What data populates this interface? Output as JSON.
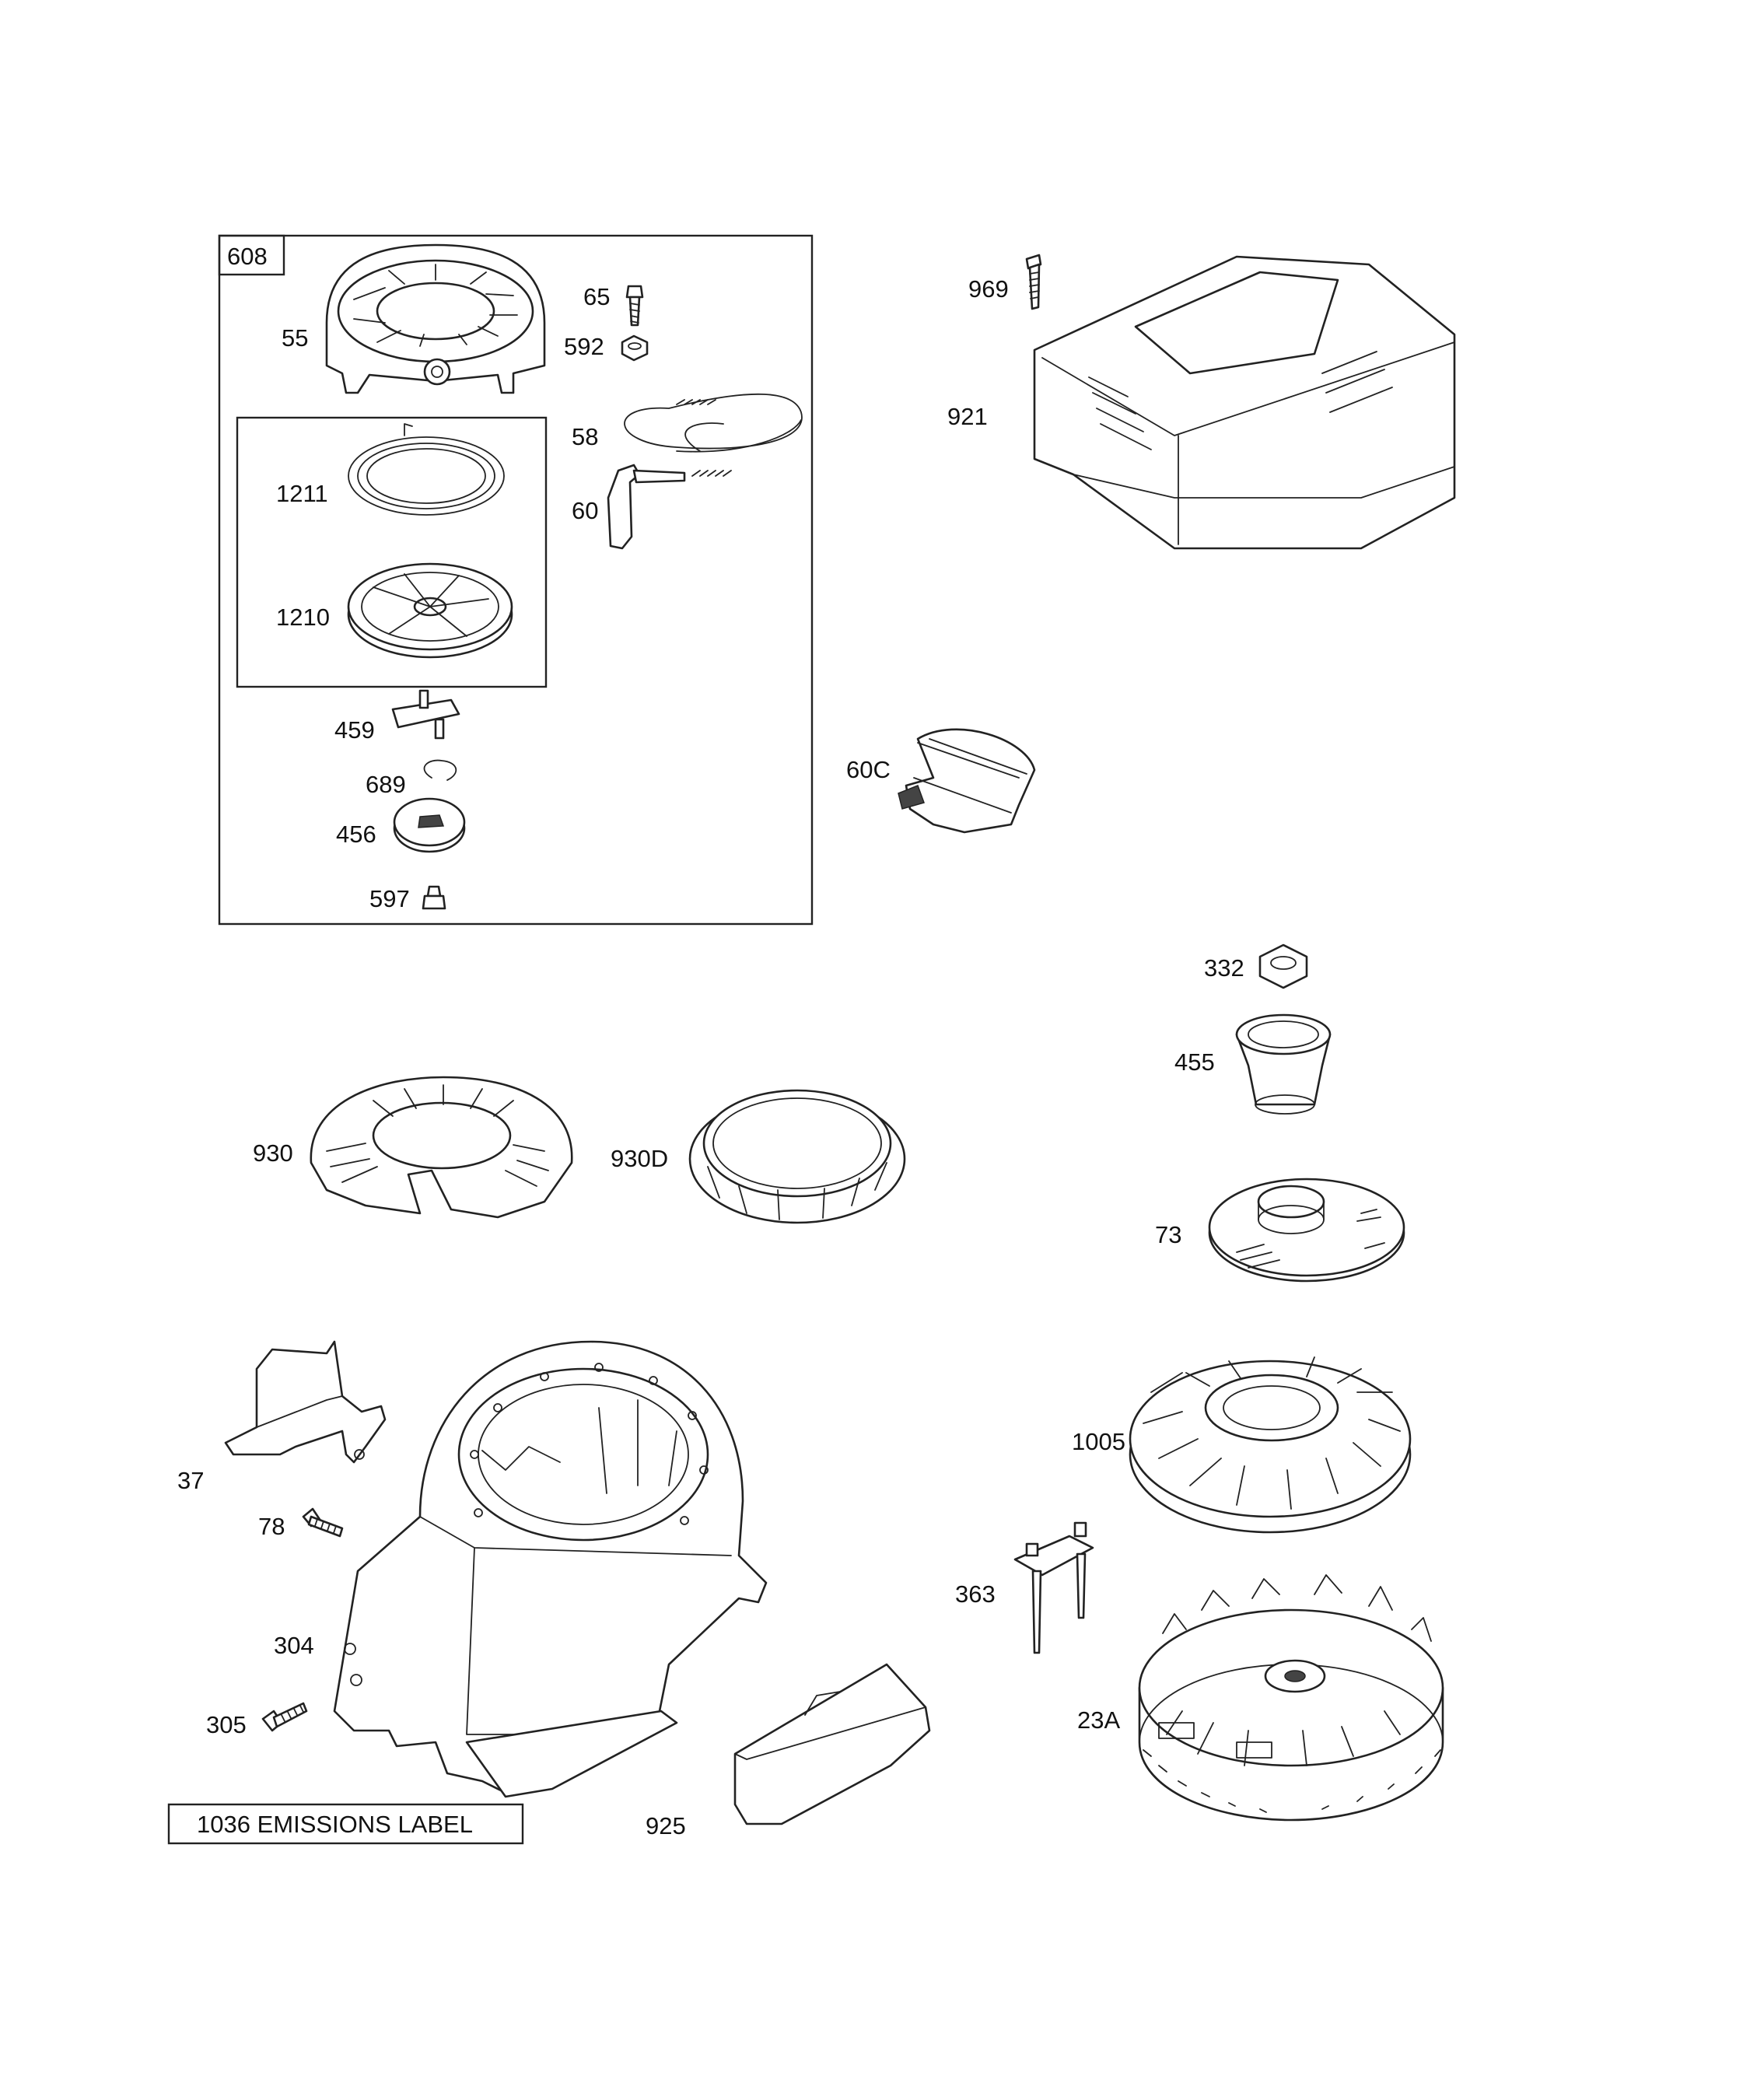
{
  "callouts": {
    "c608": "608",
    "c55": "55",
    "c65": "65",
    "c592": "592",
    "c58": "58",
    "c60": "60",
    "c1211": "1211",
    "c1210": "1210",
    "c459": "459",
    "c689": "689",
    "c456": "456",
    "c597": "597",
    "c969": "969",
    "c921": "921",
    "c60C": "60C",
    "c332": "332",
    "c455": "455",
    "c930": "930",
    "c930D": "930D",
    "c73": "73",
    "c37": "37",
    "c78": "78",
    "c1005": "1005",
    "c363": "363",
    "c304": "304",
    "c305": "305",
    "c23A": "23A",
    "c925": "925"
  },
  "notes": {
    "emissions_label": "1036 EMISSIONS LABEL"
  }
}
